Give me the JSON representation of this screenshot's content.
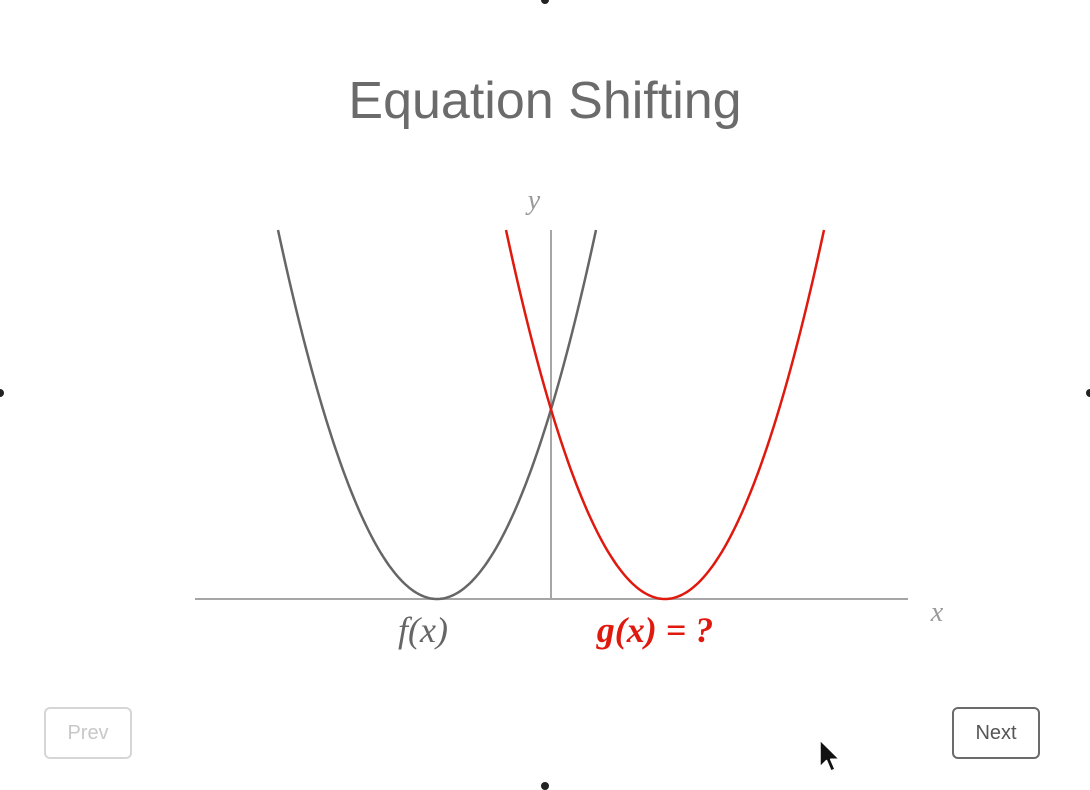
{
  "page": {
    "title": "Equation Shifting"
  },
  "graph": {
    "y_axis_label": "y",
    "x_axis_label": "x",
    "f_label": "f(x)",
    "g_label": "g(x) = ?",
    "colors": {
      "f_curve": "#666666",
      "g_curve": "#e0190e",
      "axis": "#a6a6a6",
      "axis_label": "#999999"
    }
  },
  "navigation": {
    "prev_label": "Prev",
    "next_label": "Next",
    "prev_enabled": false
  }
}
